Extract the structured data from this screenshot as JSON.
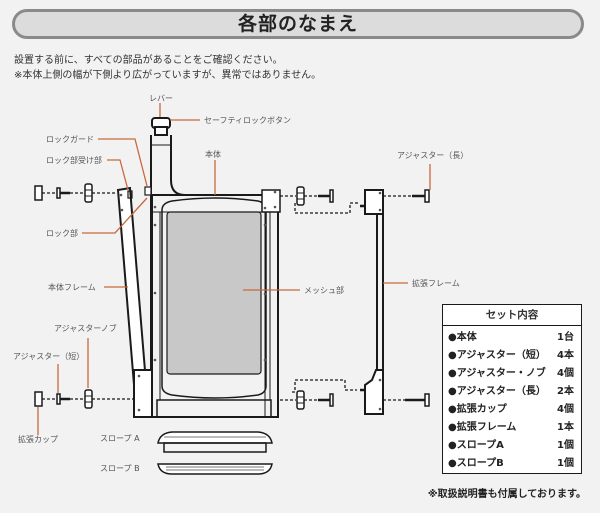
{
  "header": {
    "title": "各部のなまえ"
  },
  "intro": {
    "line1": "設置する前に、すべての部品があることをご確認ください。",
    "line2": "※本体上側の幅が下側より広がっていますが、異常ではありません。"
  },
  "labels": {
    "lever": "レバー",
    "safety_lock_button": "セーフティロックボタン",
    "lock_guard": "ロックガード",
    "lock_receiver": "ロック部受け部",
    "body": "本体",
    "lock_part": "ロック部",
    "body_frame": "本体フレーム",
    "mesh_part": "メッシュ部",
    "adjuster_long": "アジャスター（長）",
    "extension_frame": "拡張フレーム",
    "adjuster_knob": "アジャスターノブ",
    "adjuster_short": "アジャスター（短）",
    "extension_cup": "拡張カップ",
    "slope_a": "スロープ A",
    "slope_b": "スロープ B"
  },
  "set_contents": {
    "title": "セット内容",
    "items": [
      {
        "name": "●本体",
        "qty": "1台"
      },
      {
        "name": "●アジャスター（短）",
        "qty": "4本"
      },
      {
        "name": "●アジャスター・ノブ",
        "qty": "4個"
      },
      {
        "name": "●アジャスター（長）",
        "qty": "2本"
      },
      {
        "name": "●拡張カップ",
        "qty": "4個"
      },
      {
        "name": "●拡張フレーム",
        "qty": "1本"
      },
      {
        "name": "●スロープA",
        "qty": "1個"
      },
      {
        "name": "●スロープB",
        "qty": "1個"
      }
    ]
  },
  "footnote": "※取扱説明書も付属しております。",
  "colors": {
    "leader": "#c8693c",
    "background": "#f2f2f2",
    "title_bg": "#dcdcdc",
    "title_border": "#8a8a8a",
    "mesh": "#c8c8c8"
  }
}
